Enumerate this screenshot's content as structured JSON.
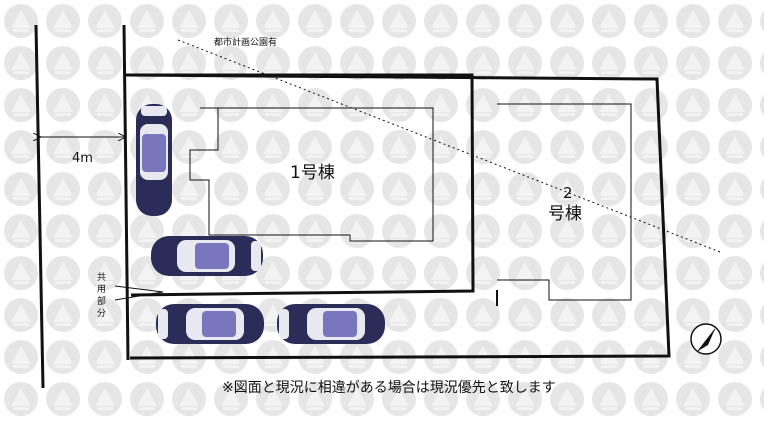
{
  "labels": {
    "park": "都市計画公園有",
    "road_width": "4m",
    "bldg1": "1号棟",
    "bldg2_num": "2",
    "bldg2_name": "号棟",
    "shared": [
      "共",
      "用",
      "部",
      "分"
    ],
    "note": "※図面と現況に相違がある場合は現況優先と致します"
  },
  "colors": {
    "line": "#111111",
    "car_body": "#2c2c58",
    "car_roof": "#7a76bd",
    "car_glass": "#e8e8f0",
    "watermark": "#e6e6e6"
  },
  "icons": {
    "compass": "north-arrow-icon",
    "car": "parked-car-icon"
  }
}
